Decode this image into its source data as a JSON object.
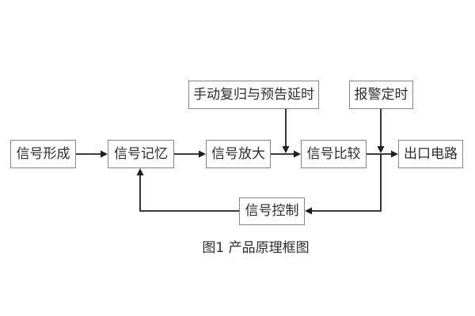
{
  "diagram": {
    "caption": "图1 产品原理框图",
    "nodes": {
      "signal_formation": "信号形成",
      "signal_memory": "信号记忆",
      "signal_amplification": "信号放大",
      "signal_comparison": "信号比较",
      "output_circuit": "出口电路",
      "manual_reset_delay": "手动复归与预告延时",
      "alarm_timing": "报警定时",
      "signal_control": "信号控制"
    },
    "edges": [
      {
        "from": "信号形成",
        "to": "信号记忆",
        "type": "arrow"
      },
      {
        "from": "信号记忆",
        "to": "信号放大",
        "type": "arrow"
      },
      {
        "from": "信号放大",
        "to": "信号比较",
        "type": "arrow"
      },
      {
        "from": "信号比较",
        "to": "出口电路",
        "type": "arrow"
      },
      {
        "from": "手动复归与预告延时",
        "to": "信号放大→信号比较连线",
        "type": "arrow"
      },
      {
        "from": "报警定时",
        "to": "信号比较→出口电路连线",
        "type": "arrow"
      },
      {
        "from": "信号比较→出口电路连线",
        "to": "信号控制",
        "type": "arrow"
      },
      {
        "from": "信号控制",
        "to": "信号记忆",
        "type": "arrow"
      }
    ],
    "colors": {
      "background": "#ffffff",
      "box_border": "#848484",
      "line": "#1f1f1f",
      "text": "#2d2d2d"
    }
  }
}
